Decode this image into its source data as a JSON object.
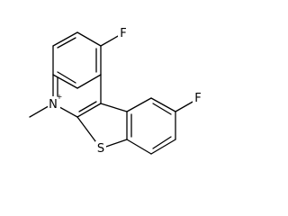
{
  "molecule": {
    "atoms": {
      "f_top": "F",
      "f_right": "F",
      "n_plus": "N",
      "n_charge": "+",
      "s": "S"
    },
    "colors": {
      "bond": "#000000",
      "label": "#000000",
      "background": "#ffffff"
    }
  }
}
